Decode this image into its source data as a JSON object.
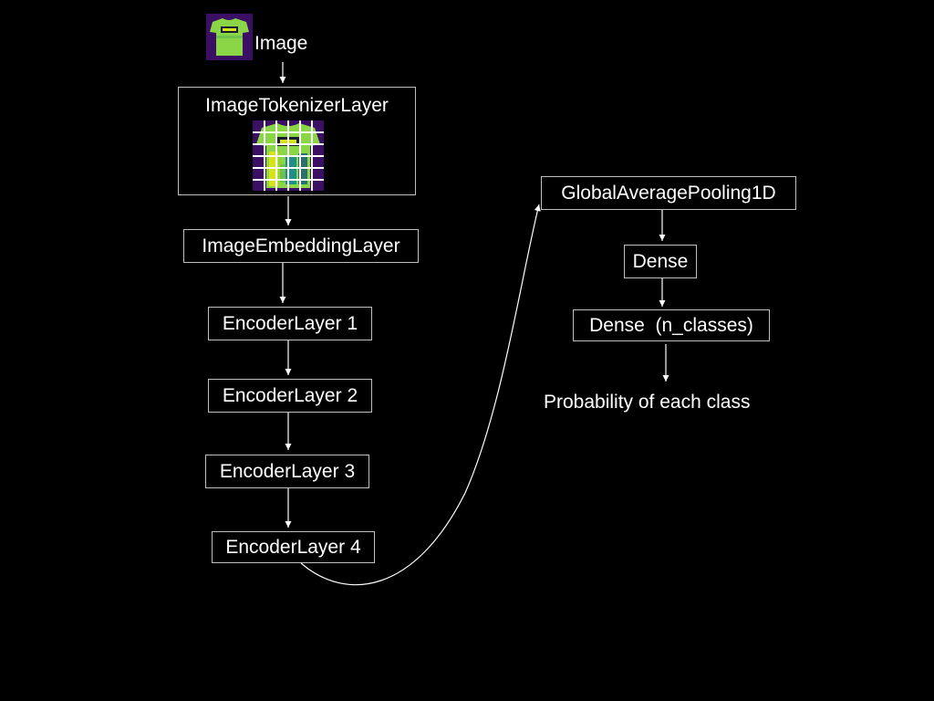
{
  "colors": {
    "background": "#000000",
    "text": "#ffffff",
    "box_border": "#bfbfbf",
    "arrow": "#ffffff",
    "image_bg": "#3b0f63",
    "shirt_green": "#8bd646",
    "shirt_dark": "#2c6e6e",
    "patch_yellow": "#d7e219",
    "patch_teal": "#1f8f8c"
  },
  "image_input": {
    "label": "Image",
    "icon": "tshirt-image-icon"
  },
  "tokenizer": {
    "label": "ImageTokenizerLayer",
    "icon": "patch-grid-image-icon"
  },
  "embedding": {
    "label": "ImageEmbeddingLayer"
  },
  "encoders": [
    {
      "label": "EncoderLayer 1"
    },
    {
      "label": "EncoderLayer 2"
    },
    {
      "label": "EncoderLayer 3"
    },
    {
      "label": "EncoderLayer 4"
    }
  ],
  "pooling": {
    "label": "GlobalAveragePooling1D"
  },
  "dense": {
    "label": "Dense"
  },
  "dense_out": {
    "label": "Dense  (n_classes)"
  },
  "output": {
    "label": "Probability of each class"
  }
}
